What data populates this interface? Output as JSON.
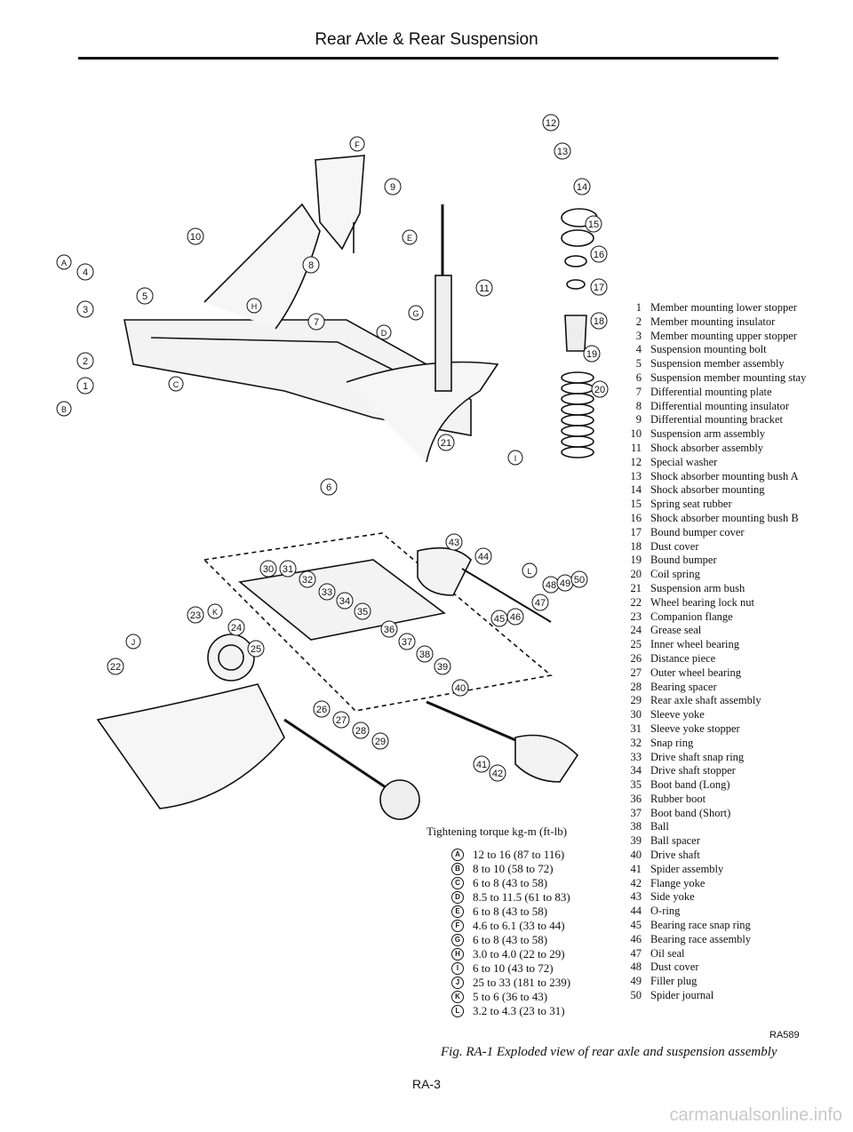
{
  "header": {
    "title": "Rear Axle & Rear Suspension"
  },
  "parts": [
    {
      "num": "1",
      "name": "Member mounting lower stopper"
    },
    {
      "num": "2",
      "name": "Member mounting insulator"
    },
    {
      "num": "3",
      "name": "Member mounting upper stopper"
    },
    {
      "num": "4",
      "name": "Suspension mounting bolt"
    },
    {
      "num": "5",
      "name": "Suspension member assembly"
    },
    {
      "num": "6",
      "name": "Suspension member mounting stay"
    },
    {
      "num": "7",
      "name": "Differential mounting plate"
    },
    {
      "num": "8",
      "name": "Differential mounting insulator"
    },
    {
      "num": "9",
      "name": "Differential mounting bracket"
    },
    {
      "num": "10",
      "name": "Suspension arm assembly"
    },
    {
      "num": "11",
      "name": "Shock absorber assembly"
    },
    {
      "num": "12",
      "name": "Special washer"
    },
    {
      "num": "13",
      "name": "Shock absorber mounting bush A"
    },
    {
      "num": "14",
      "name": "Shock absorber mounting"
    },
    {
      "num": "15",
      "name": "Spring seat rubber"
    },
    {
      "num": "16",
      "name": "Shock absorber mounting bush B"
    },
    {
      "num": "17",
      "name": "Bound bumper cover"
    },
    {
      "num": "18",
      "name": "Dust cover"
    },
    {
      "num": "19",
      "name": "Bound bumper"
    },
    {
      "num": "20",
      "name": "Coil spring"
    },
    {
      "num": "21",
      "name": "Suspension arm bush"
    },
    {
      "num": "22",
      "name": "Wheel bearing lock nut"
    },
    {
      "num": "23",
      "name": "Companion flange"
    },
    {
      "num": "24",
      "name": "Grease seal"
    },
    {
      "num": "25",
      "name": "Inner wheel bearing"
    },
    {
      "num": "26",
      "name": "Distance piece"
    },
    {
      "num": "27",
      "name": "Outer wheel bearing"
    },
    {
      "num": "28",
      "name": "Bearing spacer"
    },
    {
      "num": "29",
      "name": "Rear axle shaft assembly"
    },
    {
      "num": "30",
      "name": "Sleeve yoke"
    },
    {
      "num": "31",
      "name": "Sleeve yoke stopper"
    },
    {
      "num": "32",
      "name": "Snap ring"
    },
    {
      "num": "33",
      "name": "Drive shaft snap ring"
    },
    {
      "num": "34",
      "name": "Drive shaft stopper"
    },
    {
      "num": "35",
      "name": "Boot band (Long)"
    },
    {
      "num": "36",
      "name": "Rubber boot"
    },
    {
      "num": "37",
      "name": "Boot band (Short)"
    },
    {
      "num": "38",
      "name": "Ball"
    },
    {
      "num": "39",
      "name": "Ball spacer"
    },
    {
      "num": "40",
      "name": "Drive shaft"
    },
    {
      "num": "41",
      "name": "Spider assembly"
    },
    {
      "num": "42",
      "name": "Flange yoke"
    },
    {
      "num": "43",
      "name": "Side yoke"
    },
    {
      "num": "44",
      "name": "O-ring"
    },
    {
      "num": "45",
      "name": "Bearing race snap ring"
    },
    {
      "num": "46",
      "name": "Bearing race assembly"
    },
    {
      "num": "47",
      "name": "Oil seal"
    },
    {
      "num": "48",
      "name": "Dust cover"
    },
    {
      "num": "49",
      "name": "Filler plug"
    },
    {
      "num": "50",
      "name": "Spider journal"
    }
  ],
  "torque": {
    "heading": "Tightening torque kg-m (ft-lb)",
    "items": [
      {
        "code": "A",
        "value": "12 to 16 (87 to 116)"
      },
      {
        "code": "B",
        "value": "8 to 10 (58 to 72)"
      },
      {
        "code": "C",
        "value": "6 to 8 (43 to 58)"
      },
      {
        "code": "D",
        "value": "8.5 to 11.5 (61 to 83)"
      },
      {
        "code": "E",
        "value": "6 to 8 (43 to 58)"
      },
      {
        "code": "F",
        "value": "4.6 to 6.1 (33 to 44)"
      },
      {
        "code": "G",
        "value": "6 to 8 (43 to 58)"
      },
      {
        "code": "H",
        "value": "3.0 to 4.0 (22 to 29)"
      },
      {
        "code": "I",
        "value": "6 to 10 (43 to 72)"
      },
      {
        "code": "J",
        "value": "25 to 33 (181 to 239)"
      },
      {
        "code": "K",
        "value": "5 to 6 (36 to 43)"
      },
      {
        "code": "L",
        "value": "3.2 to 4.3 (23 to 31)"
      }
    ]
  },
  "figure": {
    "code": "RA589",
    "caption": "Fig. RA-1 Exploded view of rear axle and suspension assembly"
  },
  "diagram_callouts": [
    "1",
    "2",
    "3",
    "4",
    "5",
    "6",
    "7",
    "8",
    "9",
    "10",
    "11",
    "12",
    "13",
    "14",
    "15",
    "16",
    "17",
    "18",
    "19",
    "20",
    "21",
    "22",
    "23",
    "24",
    "25",
    "26",
    "27",
    "28",
    "29",
    "30",
    "31",
    "32",
    "33",
    "34",
    "35",
    "36",
    "37",
    "38",
    "39",
    "40",
    "41",
    "42",
    "43",
    "44",
    "45",
    "46",
    "47",
    "48",
    "49",
    "50",
    "A",
    "B",
    "C",
    "D",
    "E",
    "F",
    "G",
    "H",
    "I",
    "J",
    "K",
    "L"
  ],
  "page_number": "RA-3",
  "watermark": "carmanualsonline.info"
}
